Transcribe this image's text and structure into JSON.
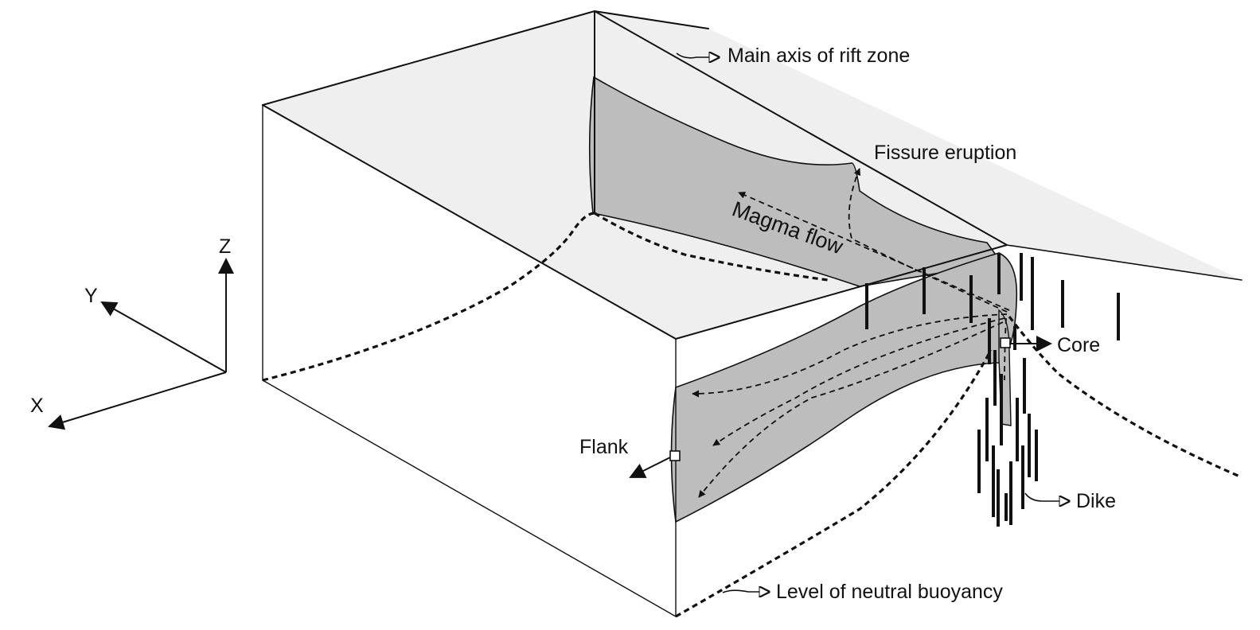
{
  "labels": {
    "main_axis": "Main axis of rift zone",
    "fissure_eruption": "Fissure eruption",
    "magma_flow": "Magma flow",
    "core": "Core",
    "flank": "Flank",
    "dike": "Dike",
    "neutral_buoyancy": "Level of neutral buoyancy"
  },
  "axes": {
    "x": "X",
    "y": "Y",
    "z": "Z"
  },
  "colors": {
    "surface": "#efefef",
    "dike_sheet": "#bdbdbd",
    "lines": "#111111"
  }
}
